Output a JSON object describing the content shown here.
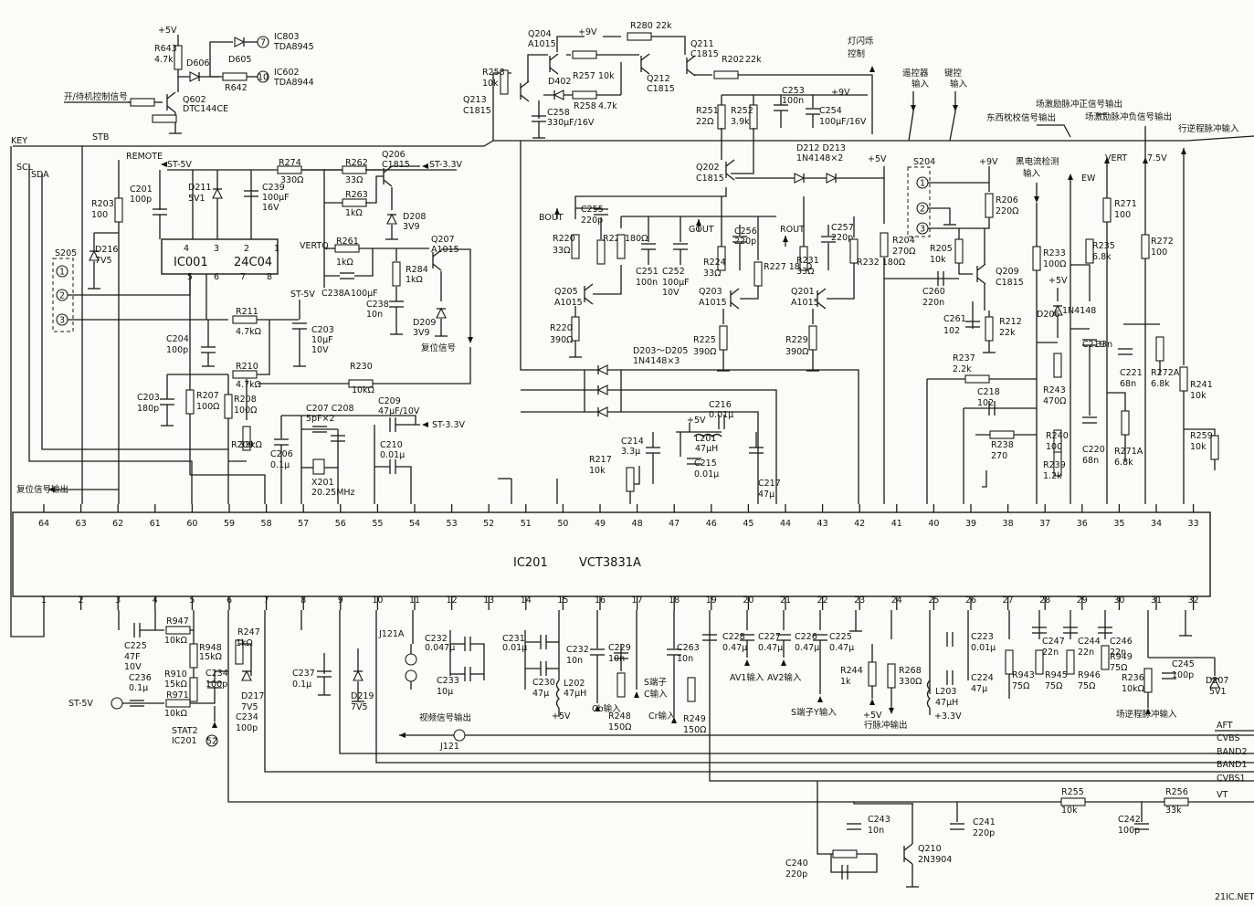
{
  "ic_main": {
    "ref": "IC201",
    "part": "VCT3831A"
  },
  "top_pins": [
    "64",
    "63",
    "62",
    "61",
    "60",
    "59",
    "58",
    "57",
    "56",
    "55",
    "54",
    "53",
    "52",
    "51",
    "50",
    "49",
    "48",
    "47",
    "46",
    "45",
    "44",
    "43",
    "42",
    "41",
    "40",
    "39",
    "38",
    "37",
    "36",
    "35",
    "34",
    "33"
  ],
  "bottom_pins": [
    "1",
    "2",
    "3",
    "4",
    "5",
    "6",
    "7",
    "8",
    "9",
    "10",
    "11",
    "12",
    "13",
    "14",
    "15",
    "16",
    "17",
    "18",
    "19",
    "20",
    "21",
    "22",
    "23",
    "24",
    "25",
    "26",
    "27",
    "28",
    "29",
    "30",
    "31",
    "32"
  ],
  "eeprom": {
    "ref": "IC001",
    "part": "24C04",
    "pins": [
      "4",
      "3",
      "2",
      "1",
      "5",
      "6",
      "7",
      "8"
    ]
  },
  "connector_s205": {
    "ref": "S205",
    "pins": [
      "1",
      "2",
      "3"
    ]
  },
  "connector_s204": {
    "ref": "S204",
    "pins": [
      "1",
      "2",
      "3"
    ]
  },
  "bus_lines": [
    "KEY",
    "SCL",
    "SDA",
    "STB",
    "REMOTE"
  ],
  "right_bus": [
    "AFT",
    "CVBS",
    "BAND2",
    "BAND1",
    "CVBS1",
    "VT"
  ],
  "labels": [
    {
      "id": "standby",
      "text": "开/待机控制信号"
    },
    {
      "id": "flash",
      "text": "灯闪烁"
    },
    {
      "id": "flash2",
      "text": "控制"
    },
    {
      "id": "remote_in",
      "text": "遥控器"
    },
    {
      "id": "remote_in2",
      "text": "输入"
    },
    {
      "id": "key_in",
      "text": "键控"
    },
    {
      "id": "key_in2",
      "text": "输入"
    },
    {
      "id": "vpos",
      "text": "场激励脉冲正信号输出"
    },
    {
      "id": "vneg",
      "text": "场激励脉冲负信号输出"
    },
    {
      "id": "ew",
      "text": "东西枕校信号输出"
    },
    {
      "id": "hret",
      "text": "行逆程脉冲输入"
    },
    {
      "id": "black",
      "text": "黑电流检测"
    },
    {
      "id": "black2",
      "text": "输入"
    },
    {
      "id": "reset_sig",
      "text": "复位信号"
    },
    {
      "id": "reset_out",
      "text": "复位信号输出"
    },
    {
      "id": "video_out",
      "text": "视频信号输出"
    },
    {
      "id": "cb_in",
      "text": "Cb输入"
    },
    {
      "id": "cr_in",
      "text": "Cr输入"
    },
    {
      "id": "sc_in",
      "text": "S端子"
    },
    {
      "id": "sc_in2",
      "text": "C输入"
    },
    {
      "id": "av1",
      "text": "AV1输入"
    },
    {
      "id": "av2",
      "text": "AV2输入"
    },
    {
      "id": "sy_in",
      "text": "S端子Y输入"
    },
    {
      "id": "hout",
      "text": "行脉冲输出"
    },
    {
      "id": "vret",
      "text": "场逆程脉冲输入"
    },
    {
      "id": "d203",
      "text": "D203～D205"
    },
    {
      "id": "d203b",
      "text": "1N4148×3"
    },
    {
      "id": "d212",
      "text": "D212  D213"
    },
    {
      "id": "d212b",
      "text": "1N4148×2"
    }
  ],
  "net_labels": [
    "+5V",
    "ST-5V",
    "ST-3.3V",
    "STAT2",
    "+9V",
    "BOUT",
    "GOUT",
    "ROUT",
    "EW",
    "VERT",
    "VERTQ",
    "7.5V",
    "+3.3V",
    "J121",
    "J121A",
    "STAT2 IC201"
  ],
  "parts_text": [
    "R643",
    "4.7k",
    "D606",
    "D605",
    "IC803",
    "TDA8945",
    "R642",
    "IC602",
    "TDA8944",
    "Q602",
    "DTC144CE",
    "R274",
    "330Ω",
    "R262",
    "33Ω",
    "Q206",
    "C1815",
    "R263",
    "1kΩ",
    "D208",
    "3V9",
    "R261",
    "1kΩ",
    "C238A",
    "100μF",
    "R284",
    "1kΩ",
    "Q207",
    "A1015",
    "C238",
    "10n",
    "D209",
    "3V9",
    "C201",
    "100p",
    "D211",
    "5V1",
    "C239",
    "100μF",
    "16V",
    "R203",
    "100",
    "D216",
    "7V5",
    "R211",
    "4.7kΩ",
    "C203",
    "10μF",
    "10V",
    "R210",
    "4.7kΩ",
    "C204",
    "100p",
    "C203",
    "180p",
    "R207",
    "100Ω",
    "R208",
    "100Ω",
    "R230",
    "10kΩ",
    "R209",
    "33kΩ",
    "C206",
    "0.1μ",
    "C207 C208",
    "5pF×2",
    "X201",
    "20.25MHz",
    "C209",
    "47μF/10V",
    "C210",
    "0.01μ",
    "Q204",
    "A1015",
    "R253",
    "10k",
    "Q213",
    "C1815",
    "R257",
    "10k",
    "D402",
    "C258",
    "330μF/16V",
    "R258",
    "4.7k",
    "R280",
    "22k",
    "Q211",
    "C1815",
    "Q212",
    "C1815",
    "R202",
    "22k",
    "R251",
    "22Ω",
    "R252",
    "3.9k",
    "C253",
    "100n",
    "C254",
    "100μF/16V",
    "Q202",
    "C1815",
    "C255",
    "220p",
    "R220",
    "33Ω",
    "R222",
    "180Ω",
    "C251",
    "100n",
    "C252",
    "100μF",
    "10V",
    "Q205",
    "A1015",
    "R220",
    "390Ω",
    "C256",
    "220p",
    "R224",
    "33Ω",
    "R227",
    "180Ω",
    "Q203",
    "A1015",
    "R225",
    "390Ω",
    "C257",
    "220p",
    "R231",
    "33Ω",
    "R232",
    "180Ω",
    "Q201",
    "A1015",
    "R229",
    "390Ω",
    "R204",
    "270Ω",
    "C214",
    "3.3μ",
    "L201",
    "47μH",
    "C216",
    "0.01μ",
    "C215",
    "0.01μ",
    "C217",
    "47μ",
    "R217",
    "10k",
    "R206",
    "220Ω",
    "R205",
    "10k",
    "Q209",
    "C1815",
    "C260",
    "220n",
    "C261",
    "102",
    "R212",
    "22k",
    "R237",
    "2.2k",
    "C218",
    "102",
    "R238",
    "270",
    "R233",
    "100Ω",
    "D206",
    "1N4148",
    "R243",
    "470Ω",
    "R240",
    "100",
    "R239",
    "1.2k",
    "C219",
    "33n",
    "R235",
    "6.8k",
    "C220",
    "68n",
    "R271",
    "100",
    "C221",
    "68n",
    "R272A",
    "6.8k",
    "R271A",
    "6.8k",
    "R272",
    "100",
    "R241",
    "10k",
    "R259",
    "10k",
    "C225",
    "47F",
    "10V",
    "R947",
    "10kΩ",
    "C236",
    "0.1μ",
    "R948",
    "15kΩ",
    "R910",
    "15kΩ",
    "R971",
    "10kΩ",
    "C234",
    "100p",
    "R247",
    "1kΩ",
    "D217",
    "7V5",
    "C234",
    "100p",
    "C237",
    "0.1μ",
    "D219",
    "7V5",
    "C232",
    "0.047μ",
    "C233",
    "10μ",
    "C231",
    "0.01μ",
    "C230",
    "47μ",
    "L202",
    "47μH",
    "C232",
    "10n",
    "C229",
    "10n",
    "R248",
    "150Ω",
    "C263",
    "10n",
    "R249",
    "150Ω",
    "C228",
    "0.47μ",
    "C227",
    "0.47μ",
    "C226",
    "0.47μ",
    "C225",
    "0.47μ",
    "R244",
    "1k",
    "R268",
    "330Ω",
    "L203",
    "47μH",
    "C223",
    "0.01μ",
    "C224",
    "47μ",
    "R943",
    "75Ω",
    "C247",
    "22n",
    "R945",
    "75Ω",
    "C244",
    "22n",
    "R946",
    "75Ω",
    "C246",
    "22n",
    "R949",
    "75Ω",
    "R236",
    "10kΩ",
    "C245",
    "100p",
    "D207",
    "5V1",
    "C243",
    "10n",
    "C241",
    "220p",
    "Q210",
    "2N3904",
    "C240",
    "220p",
    "R255",
    "10k",
    "C242",
    "100p",
    "R256",
    "33k"
  ],
  "watermark": "21IC.NET"
}
